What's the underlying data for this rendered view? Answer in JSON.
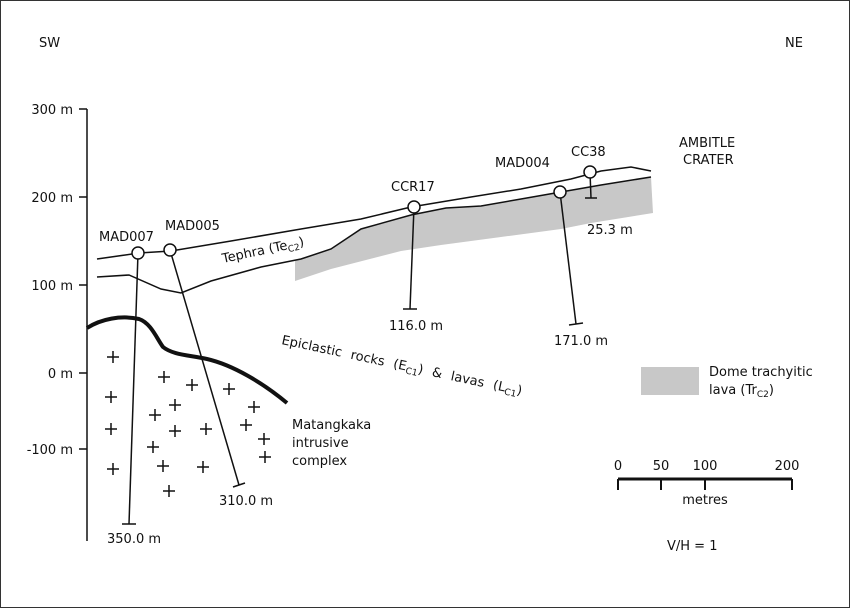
{
  "orientation": {
    "left": "SW",
    "right": "NE"
  },
  "elevation_axis": {
    "unit": "m",
    "ticks": [
      {
        "value": 300,
        "label": "300 m"
      },
      {
        "value": 200,
        "label": "200 m"
      },
      {
        "value": 100,
        "label": "100 m"
      },
      {
        "value": 0,
        "label": "0 m"
      },
      {
        "value": -100,
        "label": "-100 m"
      }
    ]
  },
  "crater": {
    "line1": "AMBITLE",
    "line2": "CRATER"
  },
  "drillholes": [
    {
      "name": "MAD007",
      "depth": "350.0 m"
    },
    {
      "name": "MAD005",
      "depth": "310.0 m"
    },
    {
      "name": "CCR17",
      "depth": "116.0 m"
    },
    {
      "name": "MAD004",
      "depth": "171.0 m"
    },
    {
      "name": "CC38",
      "depth": "25.3 m"
    }
  ],
  "units": {
    "tephra": {
      "text": "Tephra (Te",
      "sub": "C2",
      "close": ")"
    },
    "epiclastic": {
      "part1": "Epiclastic rocks (E",
      "sub1": "C1",
      "part2": ") & lavas (L",
      "sub2": "C1",
      "close": ")"
    },
    "intrusive": {
      "line1": "Matangkaka",
      "line2": "intrusive",
      "line3": "complex"
    }
  },
  "legend": {
    "fill_color": "#c8c8c8",
    "line1": "Dome trachyitic",
    "line2_text": "lava (Tr",
    "line2_sub": "C2",
    "line2_close": ")"
  },
  "scale_bar": {
    "ticks": [
      "0",
      "50",
      "100",
      "200"
    ],
    "label": "metres"
  },
  "ratio": "V/H = 1"
}
